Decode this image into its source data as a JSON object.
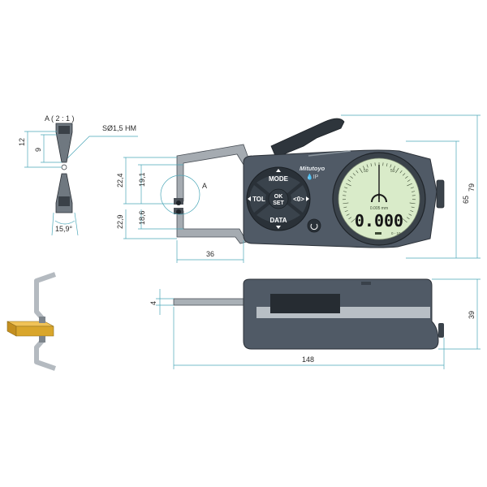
{
  "detail": {
    "label": "A ( 2 : 1 )",
    "tip_spec": "SØ1,5 HM",
    "dim_12": "12",
    "dim_9": "9",
    "angle": "15,9°"
  },
  "front_view": {
    "dim_22_4": "22,4",
    "dim_19_1": "19,1",
    "dim_22_9": "22,9",
    "dim_18_6": "18,6",
    "dim_36": "36",
    "dim_65": "65",
    "dim_79": "79",
    "callout": "A"
  },
  "keypad": {
    "mode": "MODE",
    "tol": "TOL",
    "ok": "OK",
    "set": "SET",
    "zero": "<0>",
    "data": "DATA"
  },
  "brand": "Mitutoyo",
  "display": {
    "reading": "0.000",
    "resolution": "0.005 mm",
    "scale_left": "50",
    "scale_right": "50",
    "range": "0 - 10"
  },
  "side_view": {
    "dim_4": "4",
    "dim_39": "39",
    "dim_148": "148"
  },
  "colors": {
    "dimension": "#4aa7b8",
    "body": "#505a66",
    "lcd": "#d9ebc9",
    "workpiece": "#d9a62b"
  }
}
